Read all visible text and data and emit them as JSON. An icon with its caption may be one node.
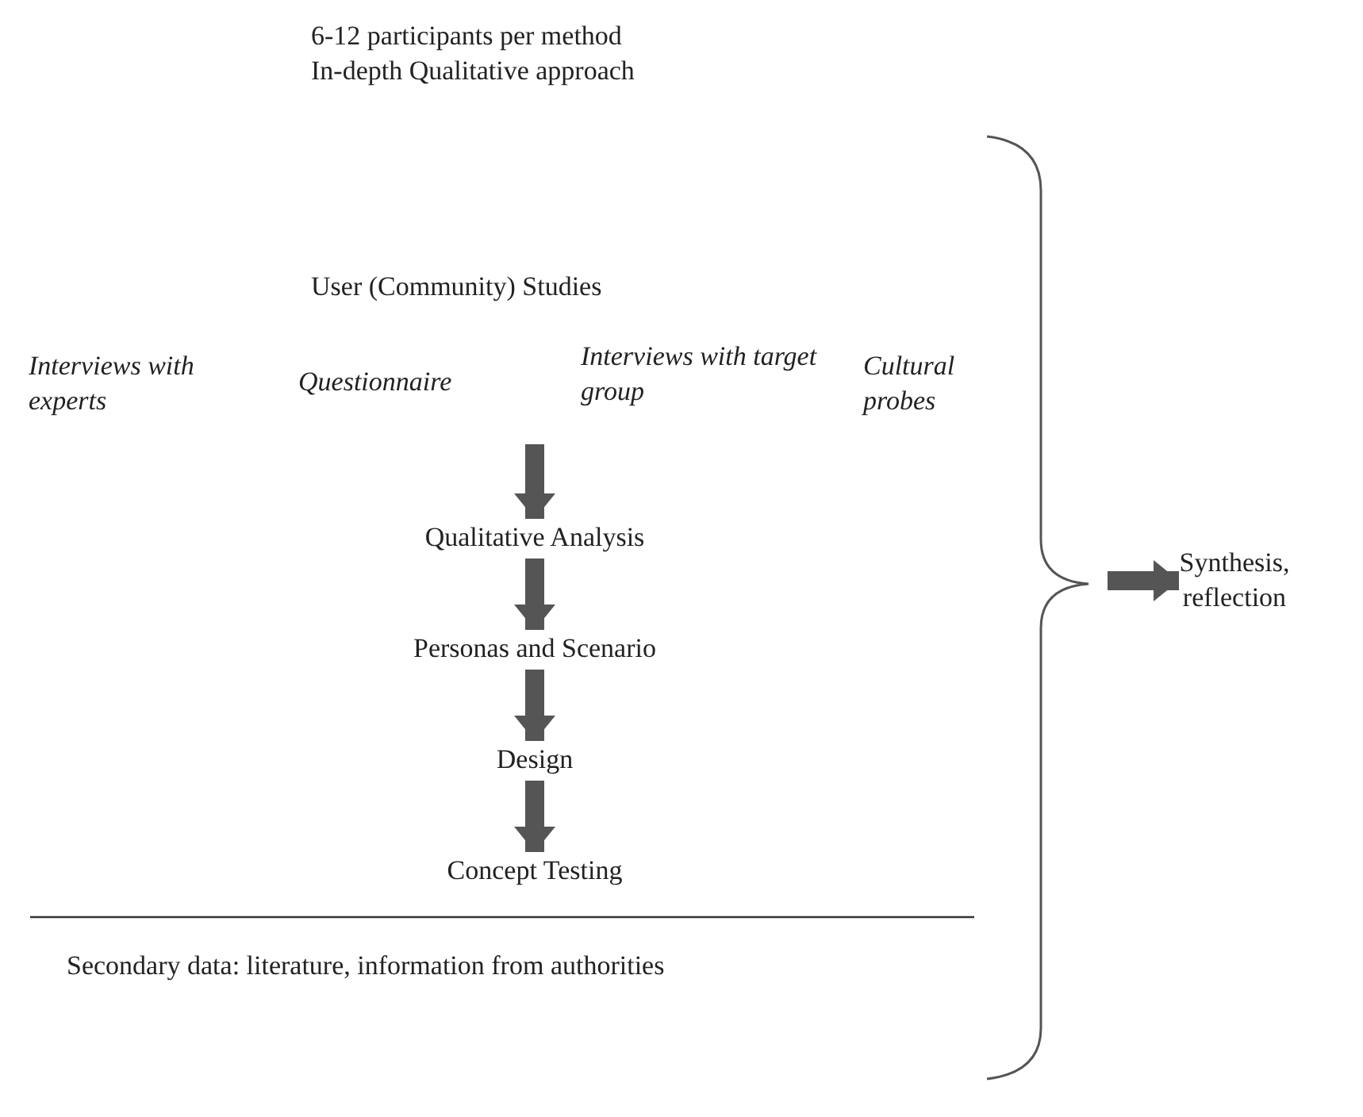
{
  "diagram": {
    "nodes": [
      {
        "text": [
          "User (Community) Studies",
          "Interviews with experts",
          "Questionnaire",
          "Interviews with target group",
          "Cultural probes"
        ]
      },
      {
        "text": [
          "Qualitative Analysis"
        ]
      },
      {
        "text": [
          "Personas and Scenario"
        ]
      },
      {
        "text": [
          "Design"
        ]
      },
      {
        "text": [
          "Concept Testing"
        ]
      },
      {
        "text": [
          "Synthesis, reflection"
        ]
      },
      {
        "text": [],
        "shape": "bracket"
      }
    ],
    "edges": [
      {
        "from": 0,
        "to": 1,
        "arrow": "to"
      },
      {
        "from": 1,
        "to": 2,
        "arrow": "to"
      },
      {
        "from": 2,
        "to": 3,
        "arrow": "to"
      },
      {
        "from": 3,
        "to": 4,
        "arrow": "to"
      },
      {
        "from": 6,
        "to": 5,
        "arrow": "to"
      }
    ],
    "labels": [
      "6-12 participants per method",
      "In-depth Qualitative approach",
      "Secondary data: literature, information from authorities"
    ]
  }
}
